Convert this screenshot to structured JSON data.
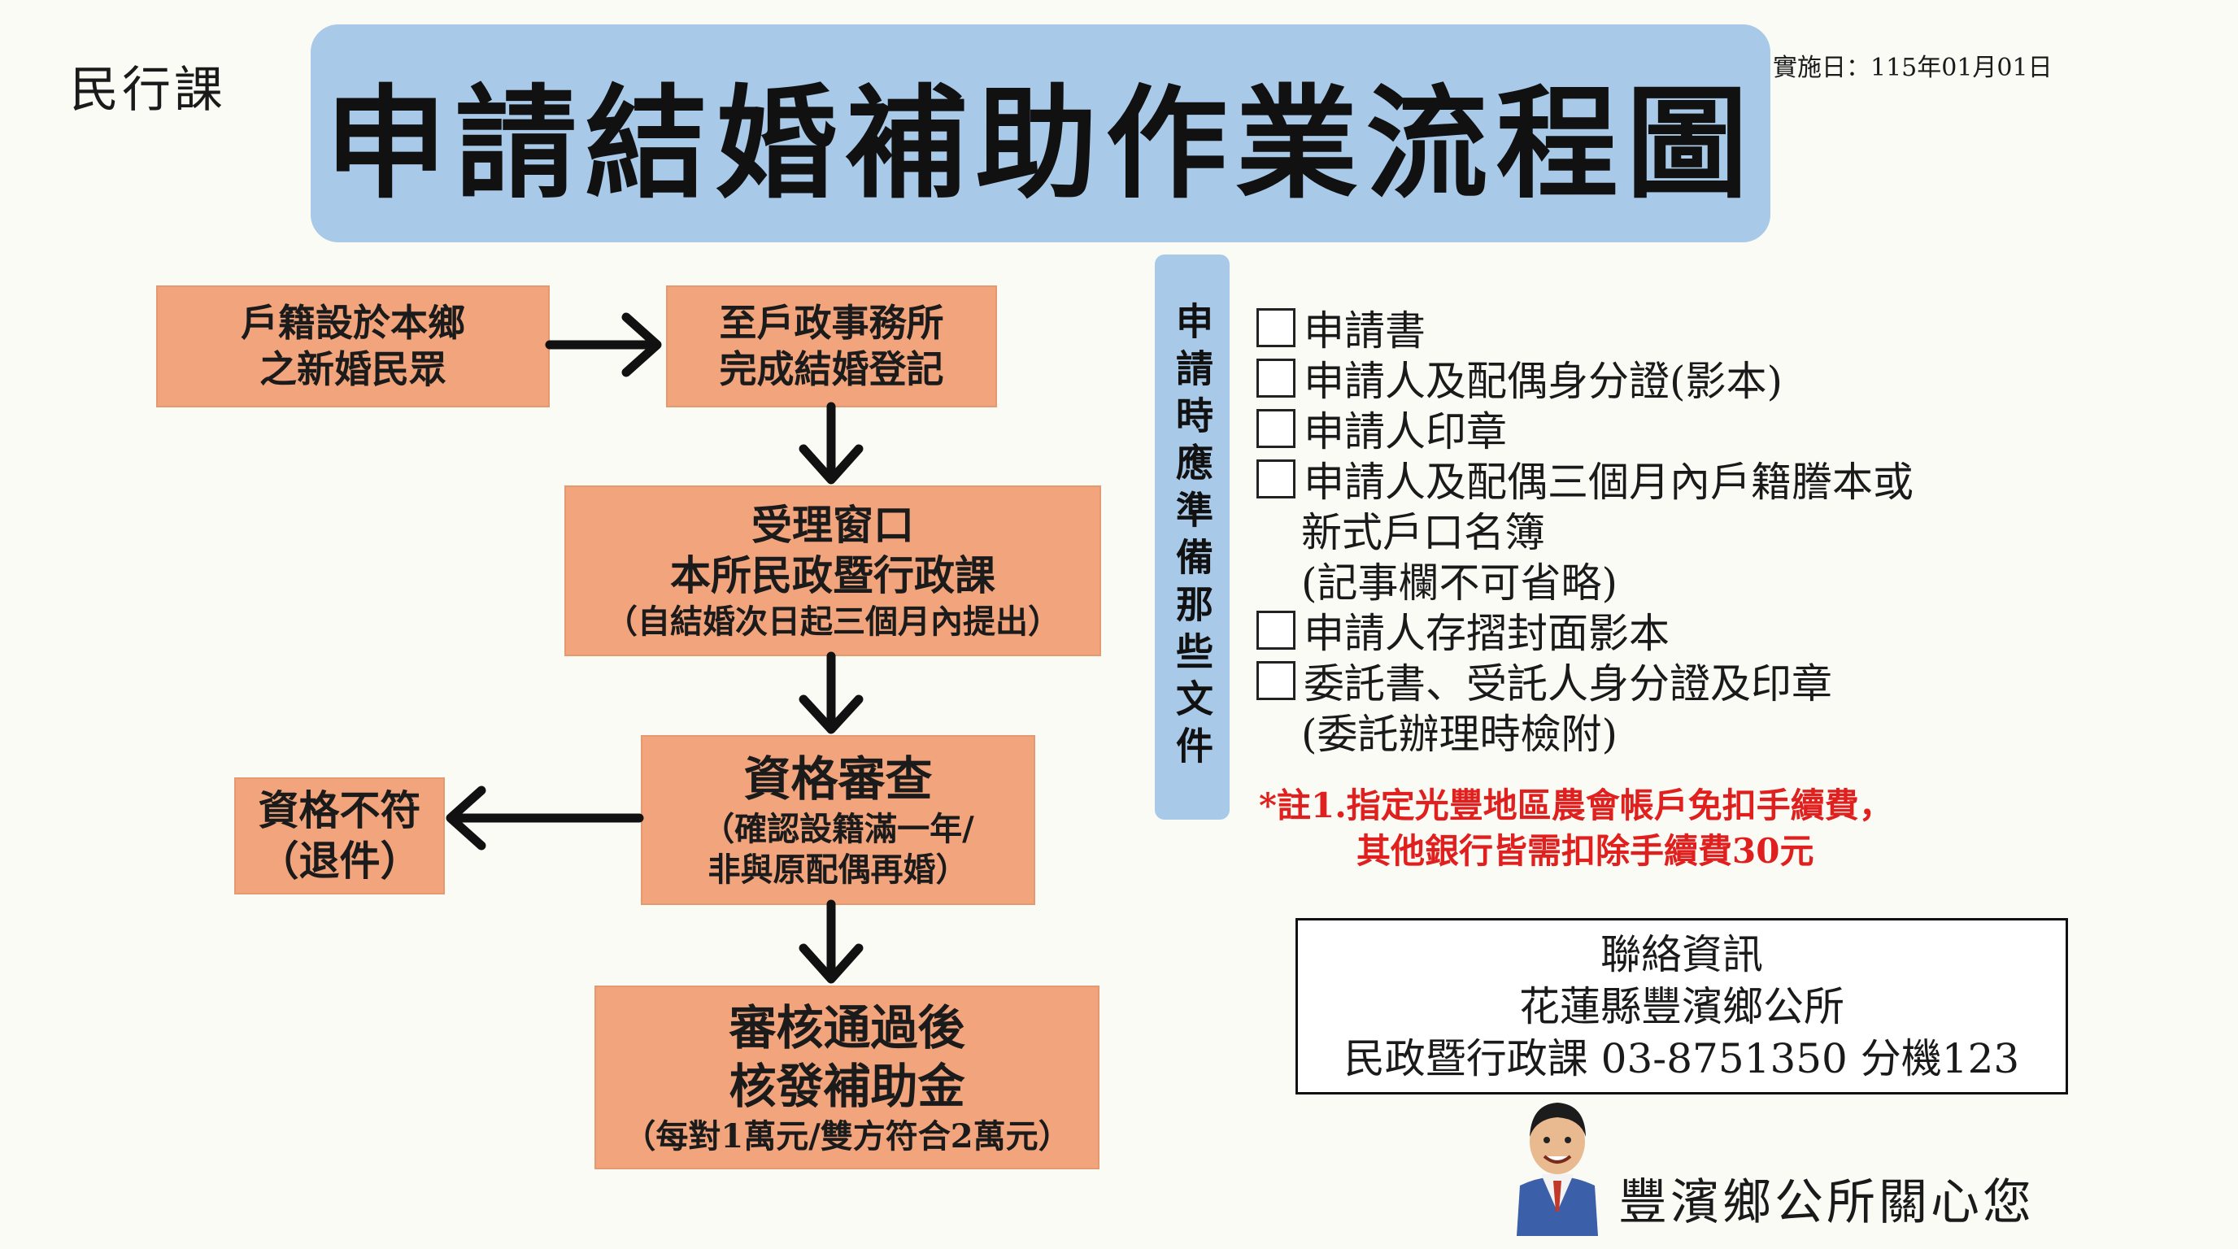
{
  "header": {
    "department": "民行課",
    "title": "申請結婚補助作業流程圖",
    "effective_date": "實施日：115年01月01日"
  },
  "flow": {
    "eligible": [
      "戶籍設於本鄉",
      "之新婚民眾"
    ],
    "register": [
      "至戶政事務所",
      "完成結婚登記"
    ],
    "window": [
      "受理窗口",
      "本所民政暨行政課",
      "（自結婚次日起三個月內提出）"
    ],
    "review": [
      "資格審查",
      "（確認設籍滿一年/",
      "非與原配偶再婚）"
    ],
    "rejected": [
      "資格不符",
      "（退件）"
    ],
    "approved": [
      "審核通過後",
      "核發補助金",
      "（每對1萬元/雙方符合2萬元）"
    ]
  },
  "documents": {
    "label": "申請時應準備那些文件",
    "items": [
      "申請書",
      "申請人及配偶身分證(影本)",
      "申請人印章",
      "申請人及配偶三個月內戶籍謄本或",
      "申請人存摺封面影本",
      "委託書、受託人身分證及印章"
    ],
    "item4_cont": [
      "新式戶口名簿",
      "(記事欄不可省略)"
    ],
    "item6_cont": "(委託辦理時檢附)"
  },
  "note": [
    "*註1.指定光豐地區農會帳戶免扣手續費，",
    "其他銀行皆需扣除手續費30元"
  ],
  "contact": {
    "heading": "聯絡資訊",
    "org": "花蓮縣豐濱鄉公所",
    "line": "民政暨行政課 03-8751350 分機123"
  },
  "footer": "豐濱鄉公所關心您",
  "colors": {
    "box_fill": "#f2a57c",
    "title_band": "#a9c9e8",
    "note_red": "#e0201e",
    "background": "#fbfbf6"
  }
}
